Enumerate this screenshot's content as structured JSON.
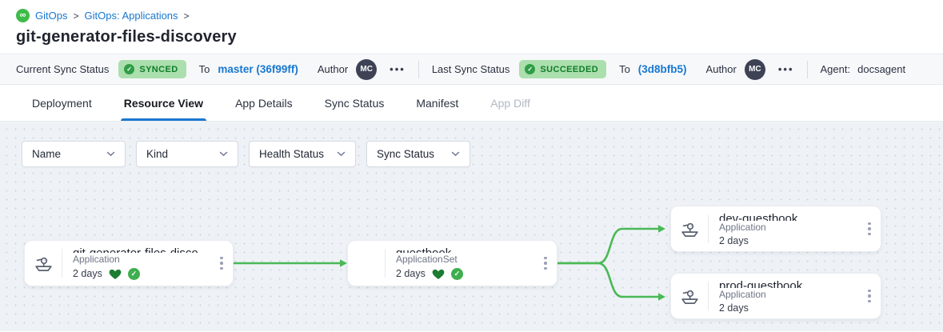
{
  "breadcrumb": {
    "logo_glyph": "∞",
    "items": [
      {
        "label": "GitOps"
      },
      {
        "label": "GitOps: Applications"
      }
    ],
    "separator": ">"
  },
  "page_title": "git-generator-files-discovery",
  "status_bar": {
    "current": {
      "label": "Current Sync Status",
      "badge": "SYNCED",
      "badge_check": "✓",
      "to_label": "To",
      "revision": "master (36f99ff)",
      "author_label": "Author",
      "avatar_initials": "MC",
      "more": "•••"
    },
    "last": {
      "label": "Last Sync Status",
      "badge": "SUCCEEDED",
      "badge_check": "✓",
      "to_label": "To",
      "revision": "(3d8bfb5)",
      "author_label": "Author",
      "avatar_initials": "MC",
      "more": "•••"
    },
    "agent_label": "Agent:",
    "agent_value": "docsagent"
  },
  "tabs": [
    {
      "label": "Deployment",
      "state": "normal"
    },
    {
      "label": "Resource View",
      "state": "active"
    },
    {
      "label": "App Details",
      "state": "normal"
    },
    {
      "label": "Sync Status",
      "state": "normal"
    },
    {
      "label": "Manifest",
      "state": "normal"
    },
    {
      "label": "App Diff",
      "state": "disabled"
    }
  ],
  "filters": [
    {
      "label": "Name"
    },
    {
      "label": "Kind"
    },
    {
      "label": "Health Status"
    },
    {
      "label": "Sync Status"
    }
  ],
  "graph": {
    "nodes": [
      {
        "title": "git-generator-files-disco...",
        "kind": "Application",
        "age": "2 days",
        "healthy": true,
        "synced": true,
        "health_check": "✓"
      },
      {
        "title": "guestbook",
        "kind": "ApplicationSet",
        "age": "2 days",
        "healthy": true,
        "synced": true,
        "health_check": "✓"
      },
      {
        "title": "dev-guestbook",
        "kind": "Application",
        "age": "2 days",
        "healthy": false,
        "synced": false
      },
      {
        "title": "prod-guestbook",
        "kind": "Application",
        "age": "2 days",
        "healthy": false,
        "synced": false
      }
    ],
    "edges": [
      {
        "from": "git-generator-files-disco...",
        "to": "guestbook"
      },
      {
        "from": "guestbook",
        "to": "dev-guestbook"
      },
      {
        "from": "guestbook",
        "to": "prod-guestbook"
      }
    ]
  },
  "colors": {
    "accent_blue": "#1878cf",
    "edge_green": "#4ab956",
    "badge_bg": "#abdfad",
    "badge_text": "#0e7d28",
    "healthy_heart_green": "#1c7c31",
    "synced_check_green": "#3fae4e",
    "avatar_bg": "#3e4255",
    "graph_bg": "#eef2f6"
  }
}
